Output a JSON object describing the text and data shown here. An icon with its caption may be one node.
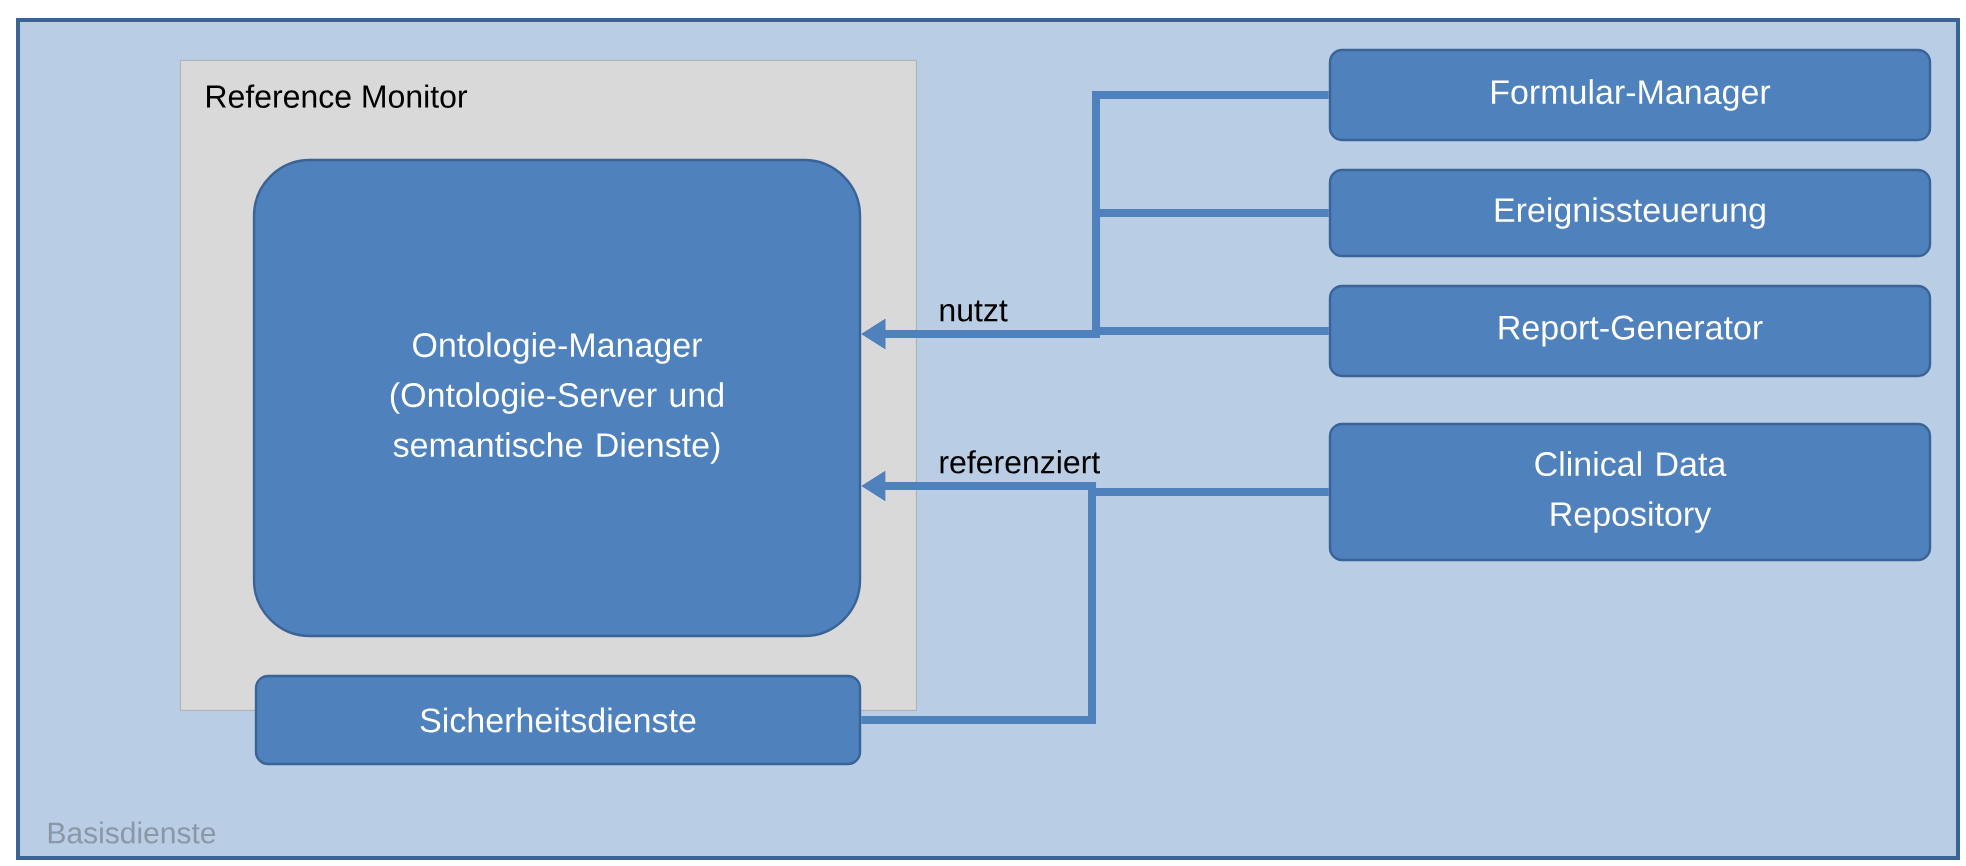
{
  "diagram": {
    "nodes": [
      {
        "text": [
          "Basisdienste"
        ]
      },
      {
        "text": [
          "Reference Monitor"
        ],
        "in": 0
      },
      {
        "text": [
          "Ontologie-Manager (Ontologie-Server und semantische Dienste)"
        ],
        "in": 1
      },
      {
        "text": [
          "Sicherheitsdienste"
        ],
        "in": 0
      },
      {
        "text": [
          "Formular-Manager"
        ],
        "in": 0
      },
      {
        "text": [
          "Ereignissteuerung"
        ],
        "in": 0
      },
      {
        "text": [
          "Report-Generator"
        ],
        "in": 0
      },
      {
        "text": [
          "Clinical Data Repository"
        ],
        "in": 0
      }
    ],
    "edges": [
      {
        "from": 4,
        "to": 2,
        "arrow": "to"
      },
      {
        "from": 5,
        "to": 2,
        "arrow": "to"
      },
      {
        "from": 6,
        "to": 2,
        "arrow": "to",
        "label": "nutzt"
      },
      {
        "from": 7,
        "to": 2,
        "arrow": "to",
        "label": "referenziert"
      },
      {
        "from": 3,
        "to": 2,
        "arrow": "to"
      }
    ]
  }
}
